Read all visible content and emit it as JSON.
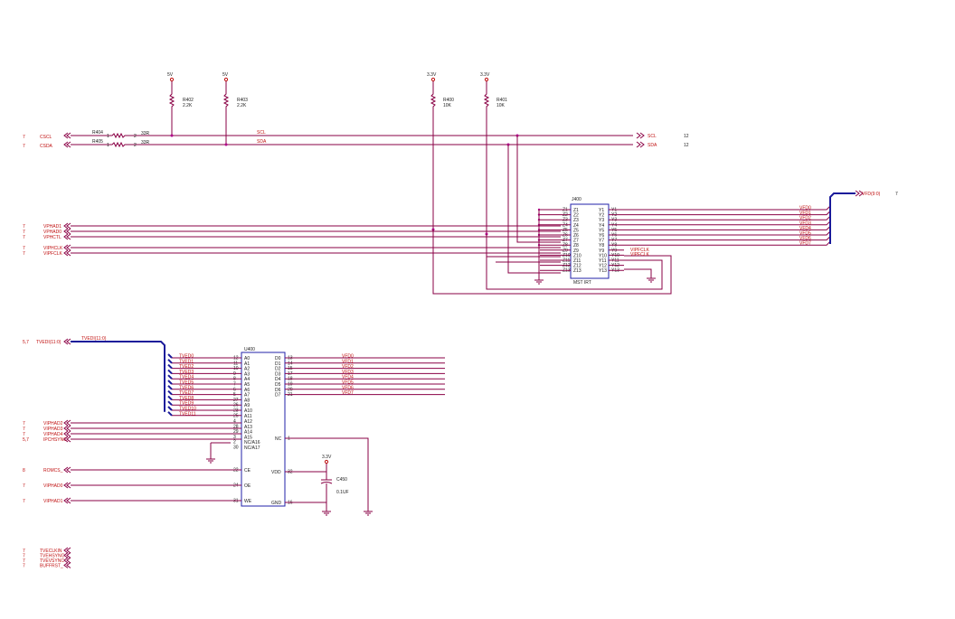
{
  "colors": {
    "wire": "#8a0045",
    "bus": "#1a1a9a",
    "part": "#2222aa",
    "net": "#c01010",
    "junction": "#b0008a"
  },
  "power": {
    "p5v_a": "5V",
    "p5v_b": "5V",
    "p33_a": "3.3V",
    "p33_b": "3.3V",
    "p33_c": "3.3V"
  },
  "resistors": [
    {
      "ref": "R402",
      "val": "2.2K"
    },
    {
      "ref": "R403",
      "val": "2.2K"
    },
    {
      "ref": "R400",
      "val": "10K"
    },
    {
      "ref": "R401",
      "val": "10K"
    },
    {
      "ref": "R404",
      "val": "33R"
    },
    {
      "ref": "R405",
      "val": "33R"
    }
  ],
  "top_inputs": [
    {
      "page": "7",
      "name": "CSCL"
    },
    {
      "page": "7",
      "name": "CSDA"
    }
  ],
  "bus_nets": {
    "scl": "SCL",
    "sda": "SDA"
  },
  "top_outputs": [
    {
      "name": "SCL",
      "page": "12"
    },
    {
      "name": "SDA",
      "page": "12"
    }
  ],
  "mid_inputs": [
    {
      "page": "7",
      "name": "VPHAD1"
    },
    {
      "page": "7",
      "name": "VPHAD0"
    },
    {
      "page": "7",
      "name": "VPHCTL"
    },
    {
      "page": "7",
      "name": "VIPHCLK"
    },
    {
      "page": "7",
      "name": "VIPFCLK"
    }
  ],
  "j400": {
    "ref": "J400",
    "part": "MST IRT",
    "left_pins": [
      "Z1",
      "Z2",
      "Z3",
      "Z4",
      "Z5",
      "Z6",
      "Z7",
      "Z8",
      "Z9",
      "Z10",
      "Z11",
      "Z12",
      "Z13"
    ],
    "right_pins": [
      "Y1",
      "Y2",
      "Y3",
      "Y4",
      "Y5",
      "Y6",
      "Y7",
      "Y8",
      "Y9",
      "Y10",
      "Y11",
      "Y12",
      "Y13"
    ],
    "right_nets": [
      "VFD0",
      "VFD1",
      "VFD2",
      "VFD3",
      "VFD4",
      "VFD5",
      "VFD6",
      "VFD7"
    ],
    "clk_nets": [
      "VIPFCLK",
      "VIPFCLK"
    ]
  },
  "vfd_bus": {
    "name": "VFD(9:0)",
    "page": "7"
  },
  "tvedi": {
    "page": "5,7",
    "name": "TVEDI(11:0)",
    "bus": "TVEDI(11:0)"
  },
  "u400": {
    "ref": "U400",
    "addr_nets": [
      "TVED0",
      "TVED1",
      "TVED2",
      "TVED3",
      "TVED4",
      "TVED5",
      "TVED6",
      "TVED7",
      "TVED8",
      "TVED9",
      "TVED10",
      "TVED11"
    ],
    "addr_pin_nums": [
      "12",
      "11",
      "10",
      "9",
      "8",
      "7",
      "6",
      "5",
      "27",
      "26",
      "23",
      "25"
    ],
    "addr_pins": [
      "A0",
      "A1",
      "A2",
      "A3",
      "A4",
      "A5",
      "A6",
      "A7",
      "A8",
      "A9",
      "A10",
      "A11"
    ],
    "hi_pins": [
      "A12",
      "A13",
      "A14",
      "A15",
      "NC/A16",
      "NC/A17"
    ],
    "hi_pin_nums": [
      "4",
      "28",
      "29",
      "3",
      "2",
      "30"
    ],
    "data_pins": [
      "D0",
      "D1",
      "D2",
      "D3",
      "D4",
      "D5",
      "D6",
      "D7"
    ],
    "data_pin_nums": [
      "13",
      "14",
      "15",
      "17",
      "18",
      "19",
      "20",
      "21"
    ],
    "data_nets": [
      "VFD0",
      "VFD1",
      "VFD2",
      "VFD3",
      "VFD4",
      "VFD5",
      "VFD6",
      "VFD7"
    ],
    "nc_pin": "NC",
    "nc_num": "1",
    "ce_pin": "CE",
    "ce_num": "22",
    "oe_pin": "OE",
    "oe_num": "24",
    "we_pin": "WE",
    "we_num": "31",
    "vdd_pin": "VDD",
    "vdd_num": "32",
    "gnd_pin": "GND",
    "gnd_num": "16"
  },
  "u400_inputs": [
    {
      "page": "7",
      "name": "VIPHAD2"
    },
    {
      "page": "7",
      "name": "VIPHAD3"
    },
    {
      "page": "7",
      "name": "VIPHAD4"
    },
    {
      "page": "5,7",
      "name": "IPCHSYNC"
    },
    {
      "page": "8",
      "name": "ROMCS_"
    },
    {
      "page": "7",
      "name": "VIPHAD0"
    },
    {
      "page": "7",
      "name": "VIPHAD1"
    }
  ],
  "cap": {
    "ref": "C450",
    "val": "0.1UF"
  },
  "bottom_inputs": [
    {
      "page": "7",
      "name": "TVECLKIN"
    },
    {
      "page": "7",
      "name": "TVEHSYNC"
    },
    {
      "page": "7",
      "name": "TVEVSYNC"
    },
    {
      "page": "7",
      "name": "BUFFRST_"
    }
  ]
}
